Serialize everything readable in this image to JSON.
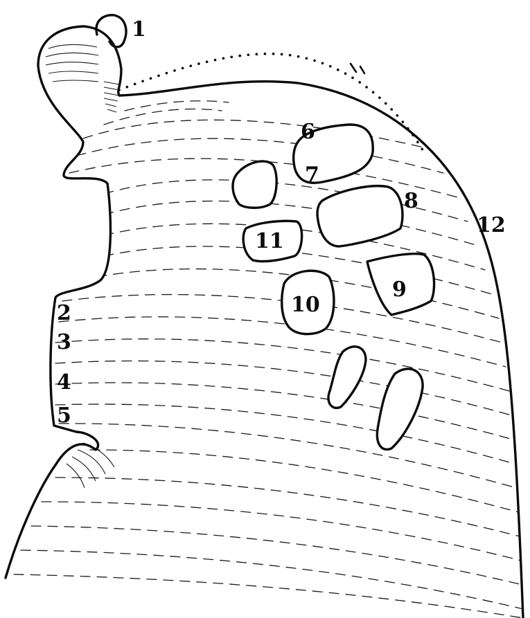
{
  "figure": {
    "labels": {
      "l1": "1",
      "l2": "2",
      "l3": "3",
      "l4": "4",
      "l5": "5",
      "l6": "6",
      "l7": "7",
      "l8": "8",
      "l9": "9",
      "l10": "10",
      "l11": "11",
      "l12": "12"
    },
    "colors": {
      "ink": "#0b0b0b",
      "paper": "#ffffff"
    }
  }
}
